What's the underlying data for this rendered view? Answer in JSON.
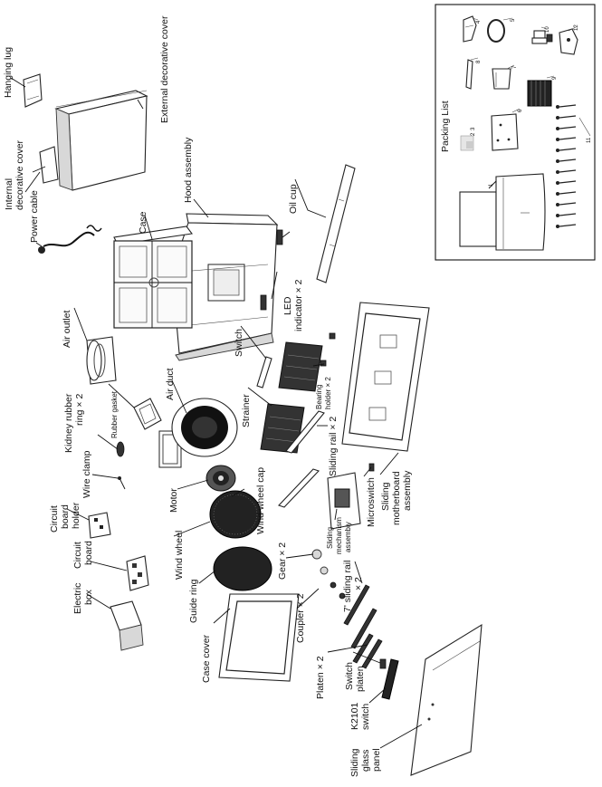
{
  "labels": {
    "hanging_lug": "Hanging lug",
    "external_decorative_cover": "External decorative cover",
    "internal_decorative_cover_1": "Internal",
    "internal_decorative_cover_2": "decorative cover",
    "power_cable": "Power cable",
    "case": "Case",
    "hood_assembly": "Hood assembly",
    "oil_cup": "Oil cup",
    "led_indicator_1": "LED",
    "led_indicator_2": "indicator × 2",
    "air_outlet": "Air outlet",
    "switch": "Switch",
    "kidney_rubber_ring_1": "Kidney  rubber",
    "kidney_rubber_ring_2": "ring × 2",
    "rubber_gasket": "Rubber gasket",
    "air_duct": "Air duct",
    "strainer": "Strainer",
    "bearing_holder_1": "Bearing",
    "bearing_holder_2": "holder × 2",
    "wire_clamp": "Wire clamp",
    "sliding_rail": "Sliding rail × 2",
    "circuit_board_holder_1": "Circuit",
    "circuit_board_holder_2": "board",
    "circuit_board_holder_3": "holder",
    "motor": "Motor",
    "wind_wheel_cap": "Wind wheel cap",
    "microswitch": "Microswitch",
    "sliding_motherboard_1": "Sliding",
    "sliding_motherboard_2": "motherboard",
    "sliding_motherboard_3": "assembly",
    "sliding_mechanism_1": "Sliding",
    "sliding_mechanism_2": "mechanism",
    "sliding_mechanism_3": "assembly",
    "circuit_board_1": "Circuit",
    "circuit_board_2": "board",
    "wind_wheel": "Wind wheel",
    "gear": "Gear × 2",
    "seven_sliding_rail_1": "7' sliding rail",
    "seven_sliding_rail_2": "× 2",
    "electric_box_1": "Electric",
    "electric_box_2": "box",
    "guide_ring": "Guide ring",
    "coupler": "Coupler × 2",
    "case_cover": "Case cover",
    "platen": "Platen × 2",
    "switch_platen_1": "Switch",
    "switch_platen_2": "platen",
    "k2101_switch_1": "K2101",
    "k2101_switch_2": "switch",
    "sliding_glass_panel_1": "Sliding",
    "sliding_glass_panel_2": "glass",
    "sliding_glass_panel_3": "panel"
  },
  "packing_list": {
    "title": "Packing List",
    "item_numbers": [
      "1",
      "2",
      "3",
      "4",
      "5",
      "6",
      "7",
      "8",
      "9",
      "10",
      "11",
      "12"
    ]
  }
}
